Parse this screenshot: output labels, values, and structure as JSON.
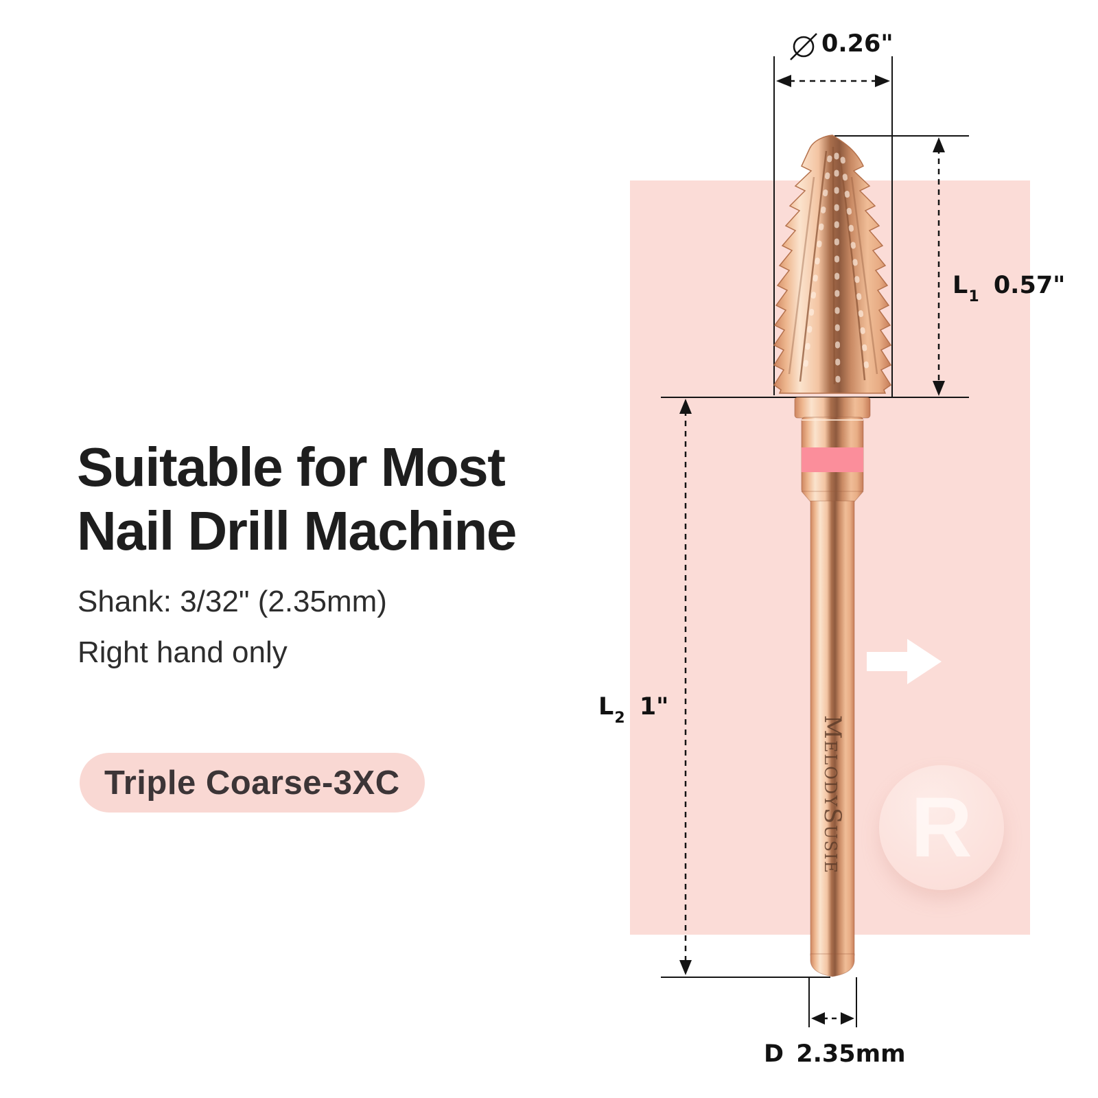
{
  "title": {
    "line1": "Suitable for Most",
    "line2": "Nail Drill Machine"
  },
  "specs": {
    "shank": "Shank: 3/32\" (2.35mm)",
    "hand": "Right hand only"
  },
  "badge": {
    "label": "Triple Coarse-3XC"
  },
  "product": {
    "brand": "MelodySusie",
    "watermark_letter": "R"
  },
  "dimensions": {
    "diameter": {
      "symbol": "diameter-sign",
      "value": "0.26\""
    },
    "l1": {
      "name": "L",
      "sub": "1",
      "value": "0.57\""
    },
    "l2": {
      "name": "L",
      "sub": "2",
      "value": "1\""
    },
    "shank_diameter": {
      "name": "D",
      "value": "2.35mm"
    }
  },
  "colors": {
    "panel_pink": "#fbdcd7",
    "badge_pink": "#f9d8d3",
    "bit_band_pink": "#fb8e9b",
    "metal_highlight": "#fbe3cd",
    "metal_shadow": "#8e5a3e",
    "annotation_black": "#141414",
    "heading_black": "#1e1e1e"
  }
}
